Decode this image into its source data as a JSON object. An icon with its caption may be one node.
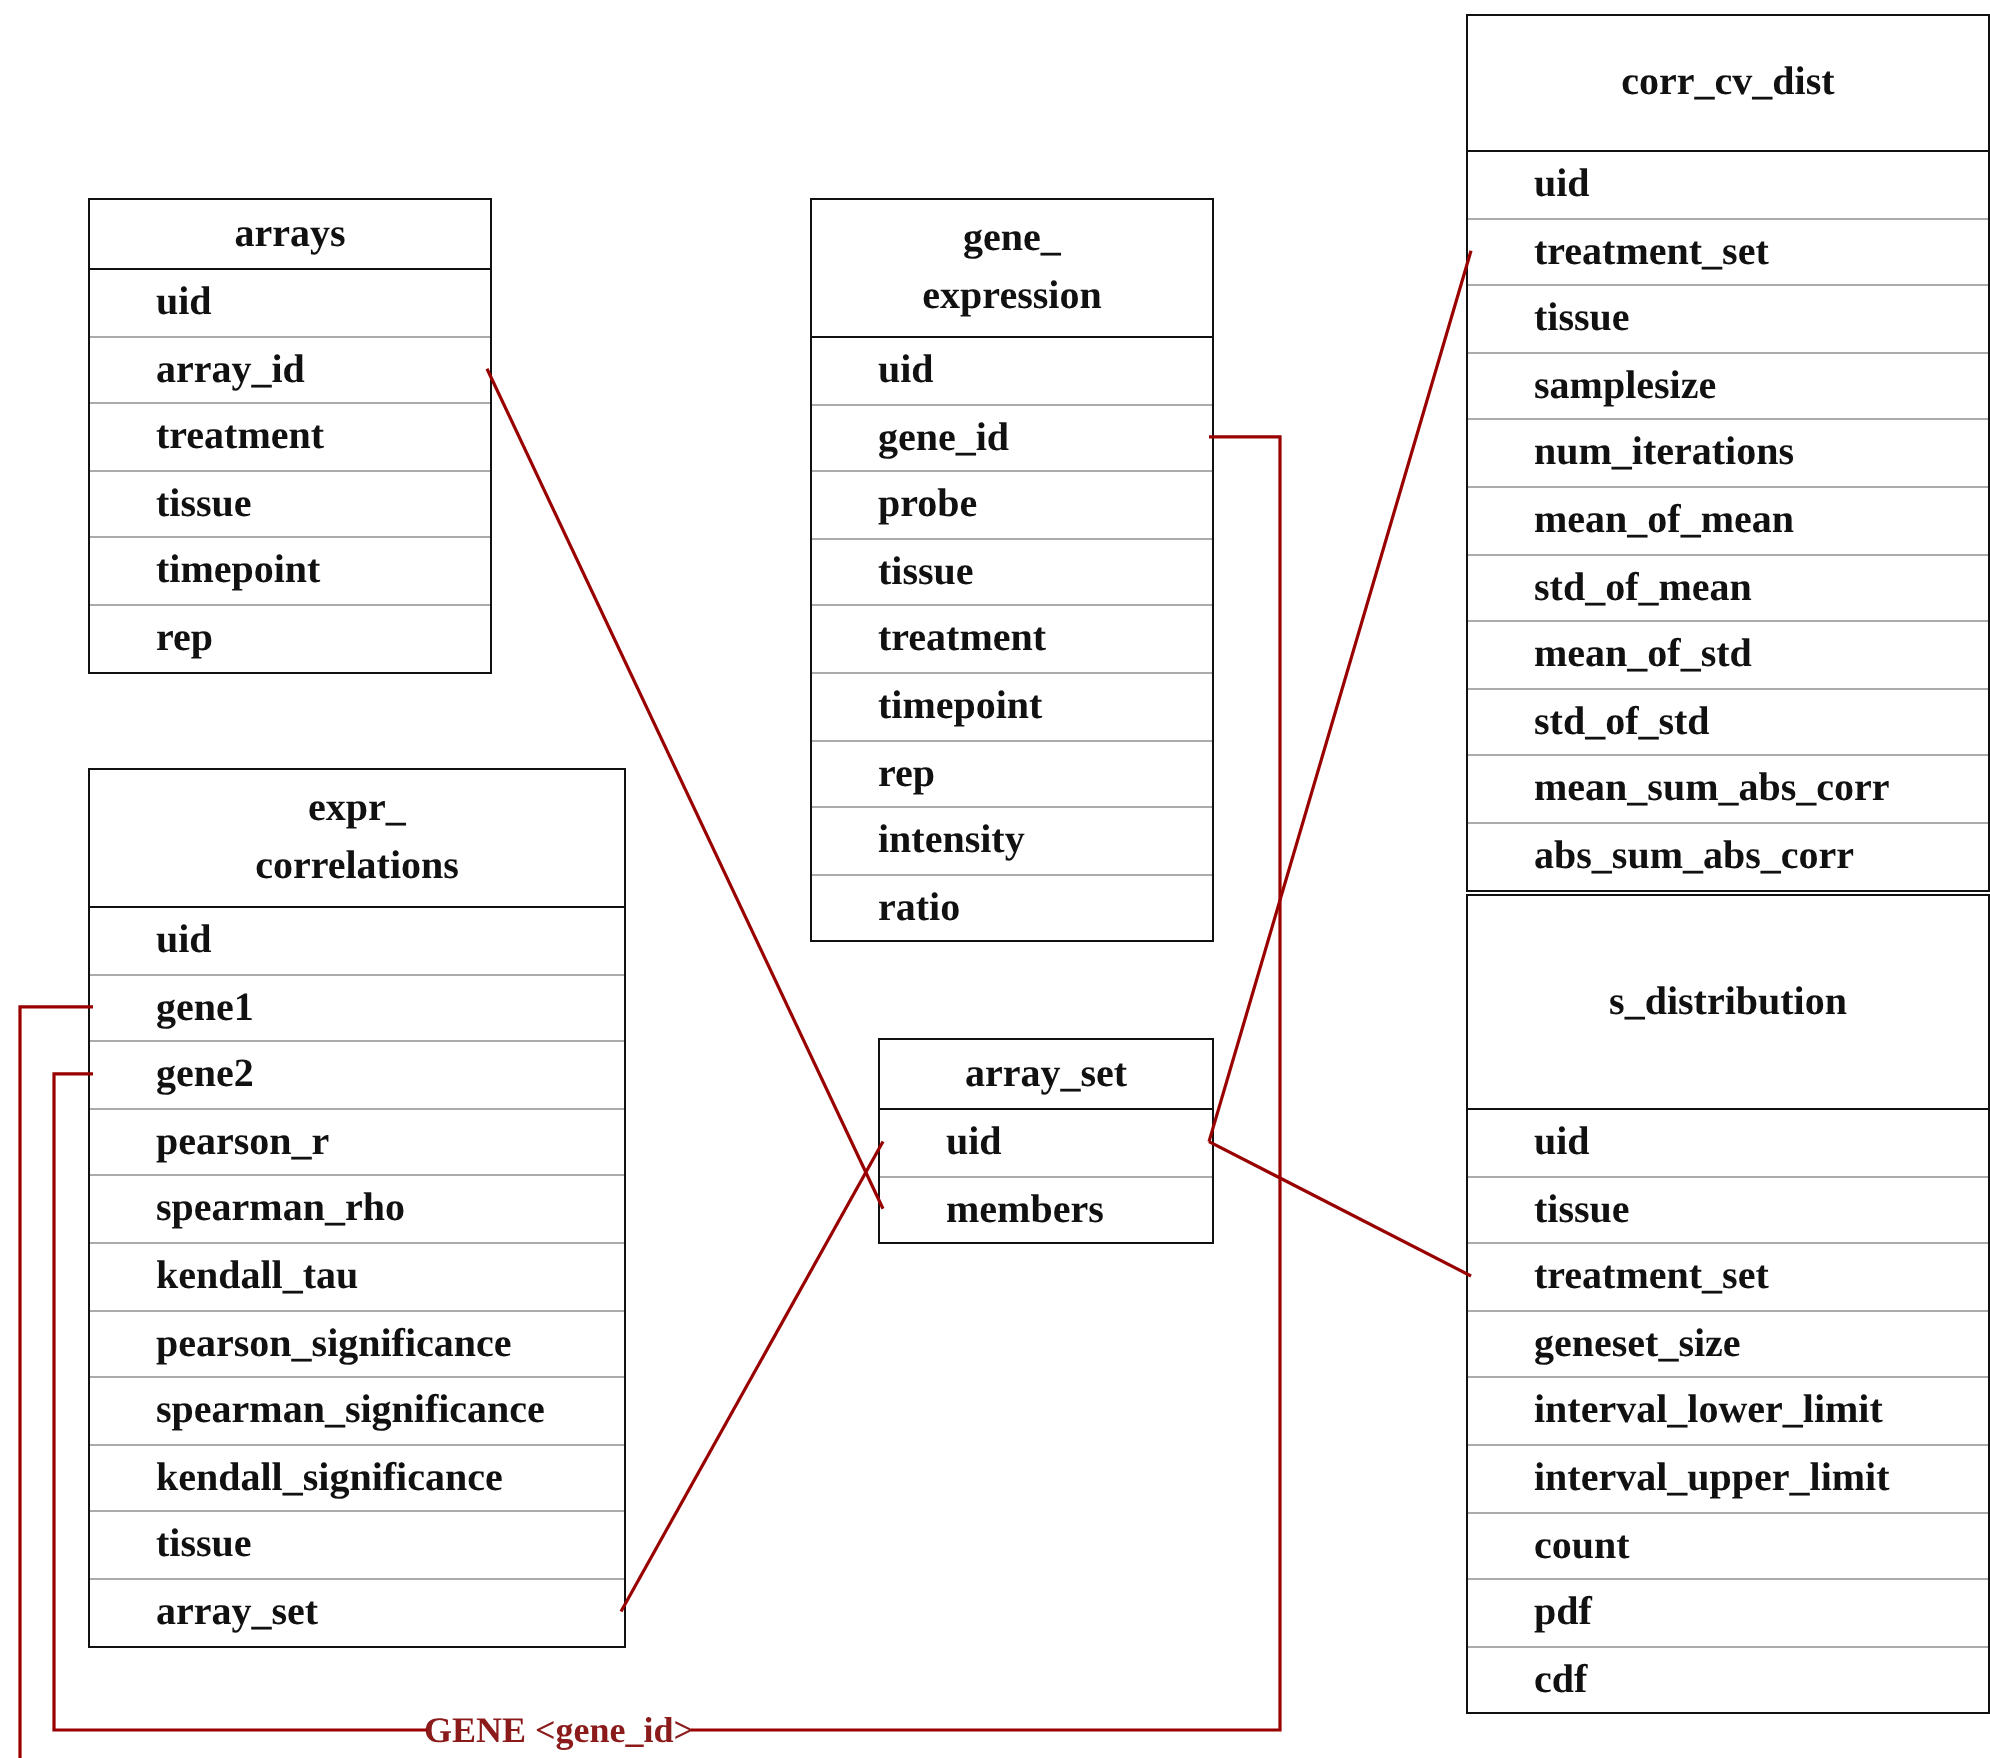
{
  "diagram": {
    "nodes": [
      {
        "text": [
          "arrays"
        ]
      },
      {
        "text": [
          "uid"
        ],
        "in": 0
      },
      {
        "text": [
          "array_id"
        ],
        "in": 0
      },
      {
        "text": [
          "treatment"
        ],
        "in": 0
      },
      {
        "text": [
          "tissue"
        ],
        "in": 0
      },
      {
        "text": [
          "timepoint"
        ],
        "in": 0
      },
      {
        "text": [
          "rep"
        ],
        "in": 0
      },
      {
        "text": [
          "gene_ expression"
        ]
      },
      {
        "text": [
          "uid"
        ],
        "in": 7
      },
      {
        "text": [
          "gene_id"
        ],
        "in": 7
      },
      {
        "text": [
          "probe"
        ],
        "in": 7
      },
      {
        "text": [
          "tissue"
        ],
        "in": 7
      },
      {
        "text": [
          "treatment"
        ],
        "in": 7
      },
      {
        "text": [
          "timepoint"
        ],
        "in": 7
      },
      {
        "text": [
          "rep"
        ],
        "in": 7
      },
      {
        "text": [
          "intensity"
        ],
        "in": 7
      },
      {
        "text": [
          "ratio"
        ],
        "in": 7
      },
      {
        "text": [
          "expr_ correlations"
        ]
      },
      {
        "text": [
          "uid"
        ],
        "in": 17
      },
      {
        "text": [
          "gene1"
        ],
        "in": 17
      },
      {
        "text": [
          "gene2"
        ],
        "in": 17
      },
      {
        "text": [
          "pearson_r"
        ],
        "in": 17
      },
      {
        "text": [
          "spearman_rho"
        ],
        "in": 17
      },
      {
        "text": [
          "kendall_tau"
        ],
        "in": 17
      },
      {
        "text": [
          "pearson_significance"
        ],
        "in": 17
      },
      {
        "text": [
          "spearman_significance"
        ],
        "in": 17
      },
      {
        "text": [
          "kendall_significance"
        ],
        "in": 17
      },
      {
        "text": [
          "tissue"
        ],
        "in": 17
      },
      {
        "text": [
          "array_set"
        ],
        "in": 17
      },
      {
        "text": [
          "array_set"
        ]
      },
      {
        "text": [
          "uid"
        ],
        "in": 29
      },
      {
        "text": [
          "members"
        ],
        "in": 29
      },
      {
        "text": [
          "corr_cv_dist"
        ]
      },
      {
        "text": [
          "uid"
        ],
        "in": 32
      },
      {
        "text": [
          "treatment_set"
        ],
        "in": 32
      },
      {
        "text": [
          "tissue"
        ],
        "in": 32
      },
      {
        "text": [
          "samplesize"
        ],
        "in": 32
      },
      {
        "text": [
          "num_iterations"
        ],
        "in": 32
      },
      {
        "text": [
          "mean_of_mean"
        ],
        "in": 32
      },
      {
        "text": [
          "std_of_mean"
        ],
        "in": 32
      },
      {
        "text": [
          "mean_of_std"
        ],
        "in": 32
      },
      {
        "text": [
          "std_of_std"
        ],
        "in": 32
      },
      {
        "text": [
          "mean_sum_abs_corr"
        ],
        "in": 32
      },
      {
        "text": [
          "abs_sum_abs_corr"
        ],
        "in": 32
      },
      {
        "text": [
          "s_distribution"
        ]
      },
      {
        "text": [
          "uid"
        ],
        "in": 44
      },
      {
        "text": [
          "tissue"
        ],
        "in": 44
      },
      {
        "text": [
          "treatment_set"
        ],
        "in": 44
      },
      {
        "text": [
          "geneset_size"
        ],
        "in": 44
      },
      {
        "text": [
          "interval_lower_limit"
        ],
        "in": 44
      },
      {
        "text": [
          "interval_upper_limit"
        ],
        "in": 44
      },
      {
        "text": [
          "count"
        ],
        "in": 44
      },
      {
        "text": [
          "pdf"
        ],
        "in": 44
      },
      {
        "text": [
          "cdf"
        ],
        "in": 44
      },
      {
        "text": [
          "GENE <gene_id>"
        ]
      }
    ],
    "edges": [
      {
        "from": 2,
        "to": 31,
        "arrow": "none"
      },
      {
        "from": 28,
        "to": 30,
        "arrow": "none"
      },
      {
        "from": 30,
        "to": 34,
        "arrow": "none"
      },
      {
        "from": 30,
        "to": 47,
        "arrow": "none"
      },
      {
        "from": 9,
        "to": 54,
        "arrow": "none"
      },
      {
        "from": 20,
        "to": 54,
        "arrow": "none"
      },
      {
        "from": 19,
        "to": null,
        "arrow": "none"
      }
    ]
  }
}
